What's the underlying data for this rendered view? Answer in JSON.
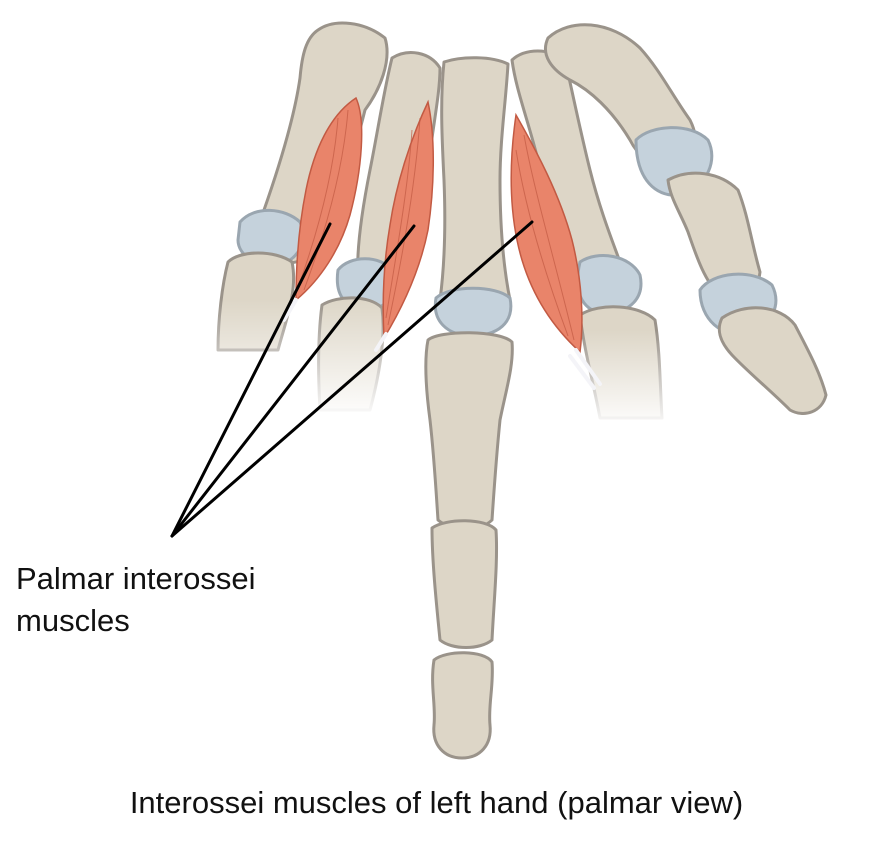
{
  "figure": {
    "callout": {
      "line1": "Palmar interossei",
      "line2": "muscles"
    },
    "caption": "Interossei muscles of left hand (palmar view)"
  },
  "colors": {
    "bone_fill": "#ddd6c7",
    "bone_stroke": "#9a938a",
    "cartilage": "#c5d2dc",
    "muscle_fill": "#e9846a",
    "muscle_stroke": "#c25a43",
    "tendon": "#f0f0f4",
    "leader_line": "#000000"
  },
  "icons": [
    "hand-skeleton-illustration"
  ]
}
